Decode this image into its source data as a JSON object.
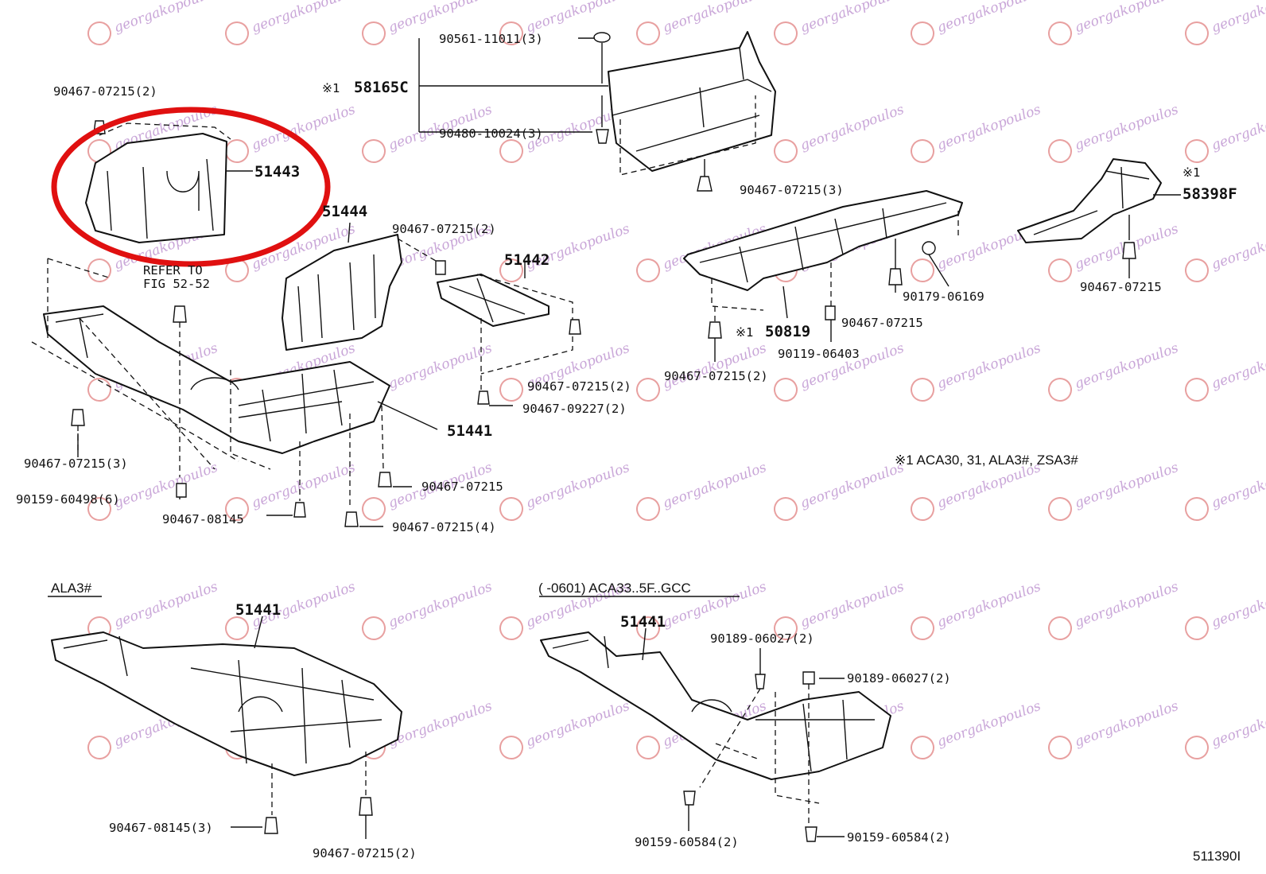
{
  "diagram_id": "511390I",
  "watermark": "georgakopoulos",
  "highlight_color": "#e01010",
  "labels": {
    "c90561": "90561-11011(3)",
    "n58165c_mark": "※1",
    "p58165c": "58165C",
    "c90480": "90480-10024(3)",
    "c90467_a": "90467-07215(2)",
    "p51443": "51443",
    "p51444": "51444",
    "c90467_b": "90467-07215(2)",
    "p51442": "51442",
    "refer1": "REFER TO",
    "refer2": "FIG 52-52",
    "c90467_c": "90467-07215(3)",
    "c90467_d": "90467-07215(2)",
    "c90467_e": "90467-09227(2)",
    "p51441_main": "51441",
    "c90467_f": "90467-07215(3)",
    "c90159_a": "90159-60498(6)",
    "c90467_g": "90467-08145",
    "c90467_h": "90467-07215",
    "c90467_i": "90467-07215(4)",
    "n58398f_mark": "※1",
    "p58398f": "58398F",
    "c90467_j": "90467-07215",
    "c90179": "90179-06169",
    "c90467_k": "90467-07215",
    "n50819_mark": "※1",
    "p50819": "50819",
    "c90119": "90119-06403",
    "c90467_l": "90467-07215(2)",
    "note1": "※1 ACA30, 31, ALA3#, ZSA3#",
    "ala3": "ALA3#",
    "p51441_ala": "51441",
    "c90467_m": "90467-08145(3)",
    "c90467_n": "90467-07215(2)",
    "variant": "(      -0601) ACA33..5F..GCC",
    "p51441_var": "51441",
    "c90189_a": "90189-06027(2)",
    "c90189_b": "90189-06027(2)",
    "c90159_b": "90159-60584(2)",
    "c90159_c": "90159-60584(2)"
  }
}
